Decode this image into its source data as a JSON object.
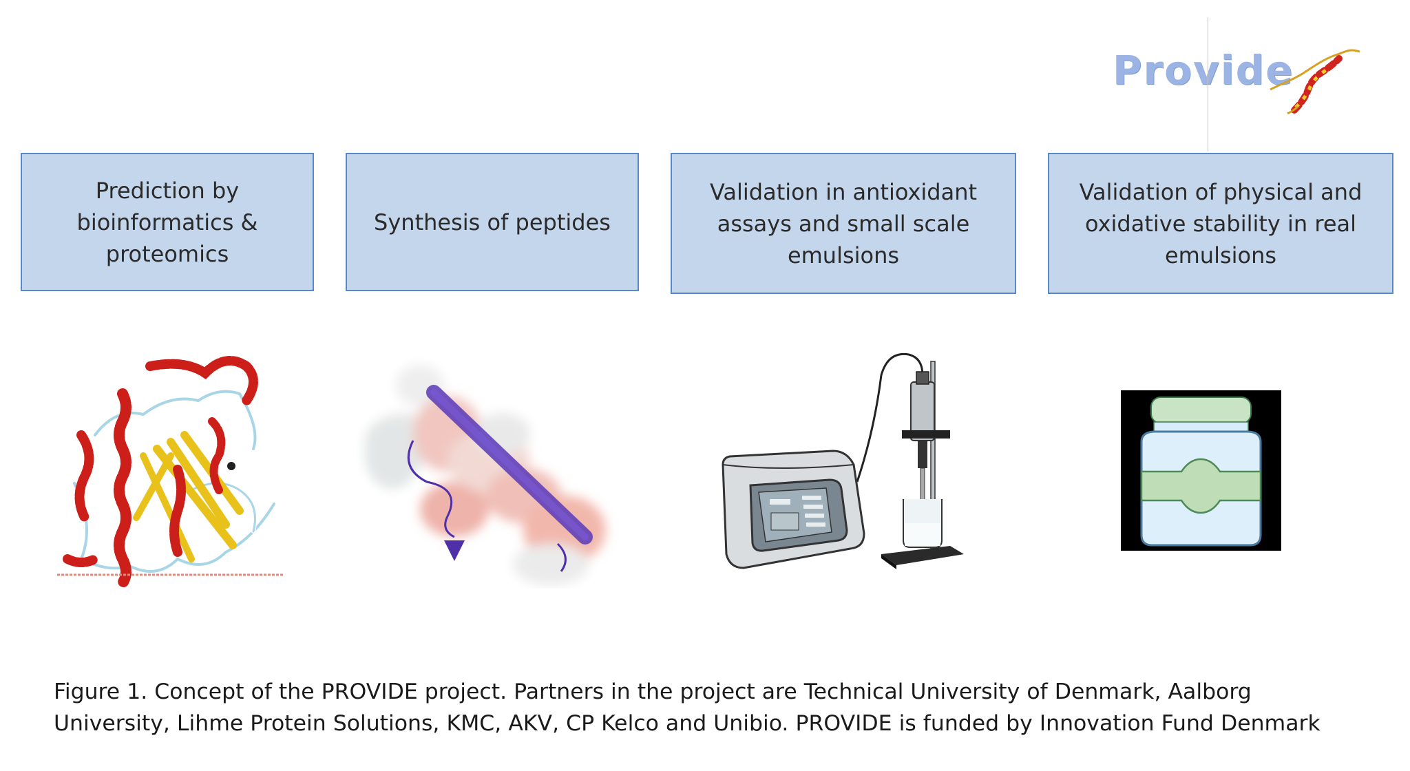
{
  "logo": {
    "text": "Provide"
  },
  "stages": [
    {
      "label": "Prediction by bioinformatics & proteomics"
    },
    {
      "label": "Synthesis of peptides"
    },
    {
      "label": "Validation in antioxidant assays and small scale emulsions"
    },
    {
      "label": "Validation of physical and oxidative stability in real emulsions"
    }
  ],
  "illustrations": {
    "protein": "protein-ribbon-structure",
    "peptide": "peptide-surface-model",
    "homogenizer": "ultrasonic-homogenizer",
    "jar": "emulsion-jar"
  },
  "caption": {
    "line1": "Figure 1. Concept of the PROVIDE project. Partners in the project are Technical University of Denmark, Aalborg",
    "line2": "University, Lihme Protein Solutions, KMC, AKV, CP Kelco and Unibio. PROVIDE is funded by Innovation Fund Denmark"
  },
  "colors": {
    "box_fill": "#c4d6ec",
    "box_border": "#5a87c5",
    "logo": "#9bb4e3",
    "helix_red": "#d0241f",
    "helix_yellow": "#f2cc2a"
  }
}
